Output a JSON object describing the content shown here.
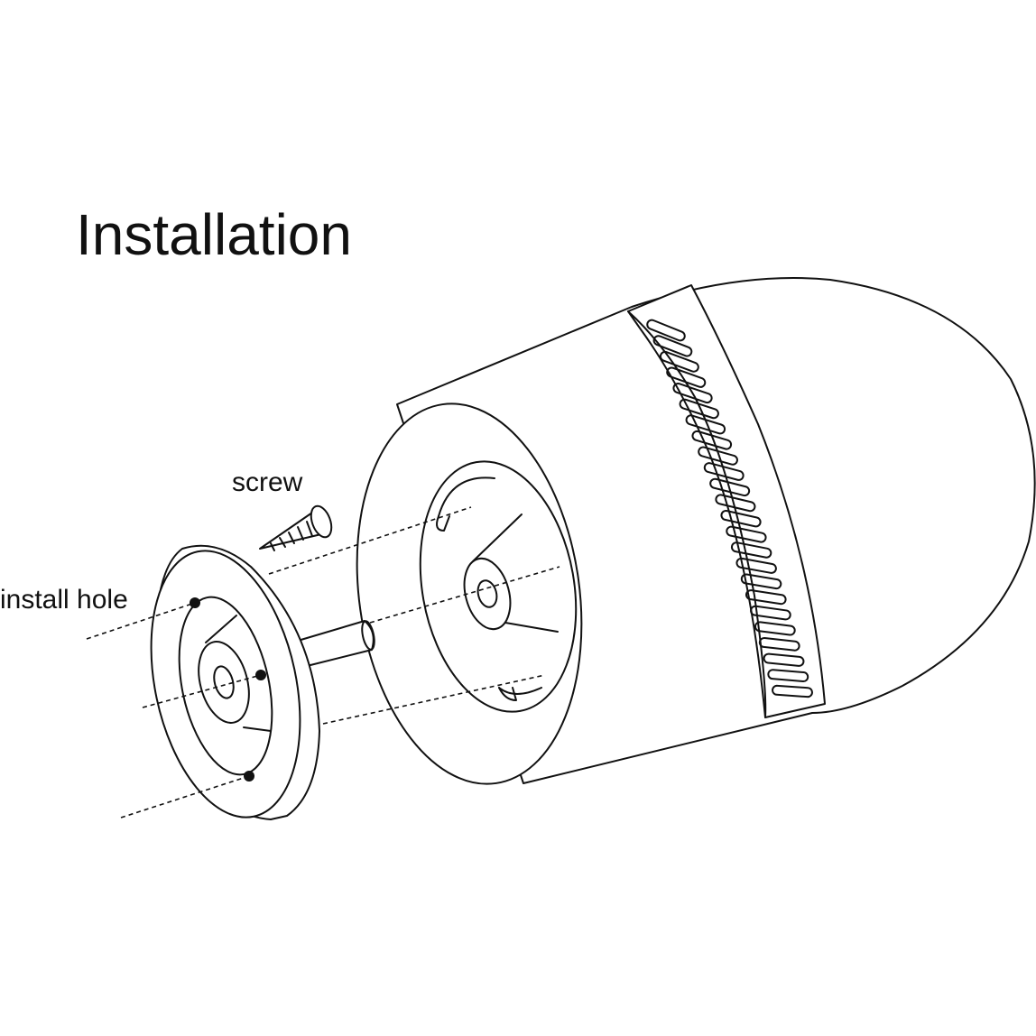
{
  "title": "Installation",
  "labels": {
    "screw": "screw",
    "install_hole": "install hole"
  },
  "colors": {
    "line": "#111111",
    "background": "#ffffff"
  }
}
